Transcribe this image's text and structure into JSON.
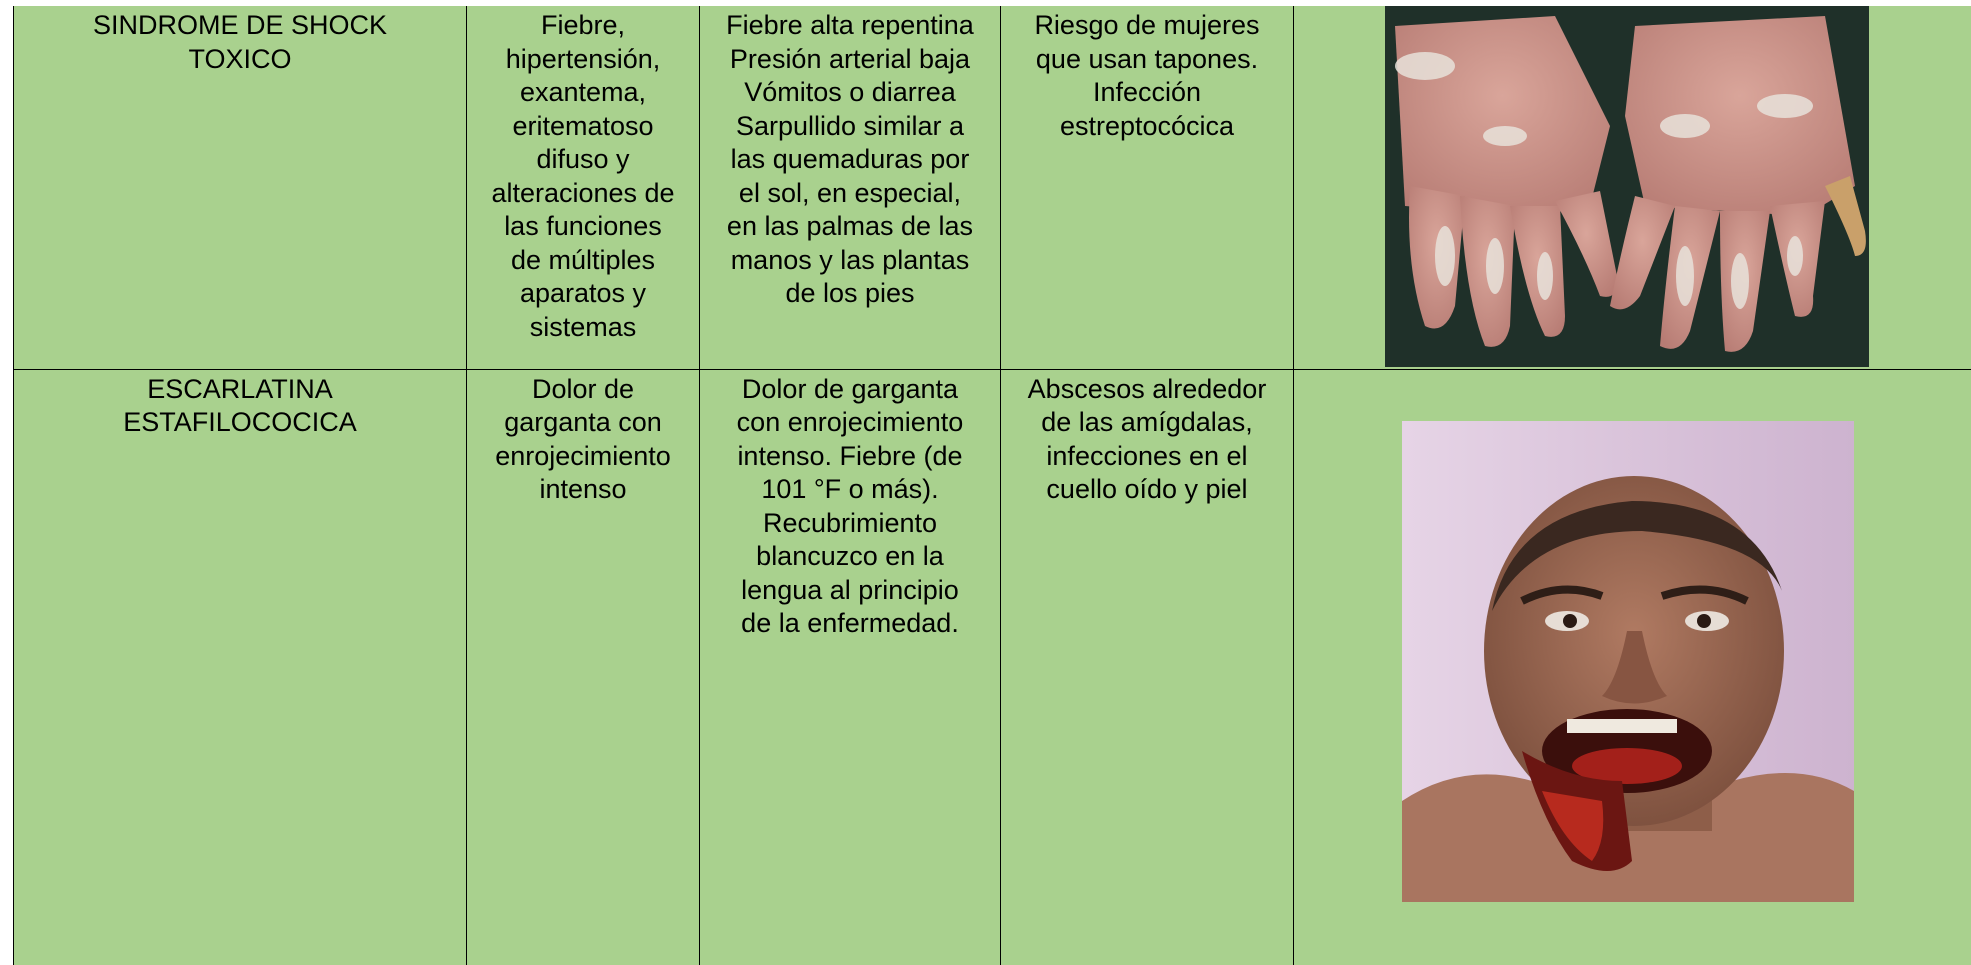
{
  "rows": [
    {
      "name": "SINDROME DE SHOCK\nTOXICO",
      "col2": "Fiebre,\nhipertensión,\nexantema,\neritematoso\ndifuso y\nalteraciones de\nlas funciones\nde múltiples\naparatos y\nsistemas",
      "col3": "Fiebre alta repentina\nPresión arterial baja\nVómitos o diarrea\nSarpullido similar a\nlas quemaduras por\nel sol, en especial,\nen las palmas de las\nmanos y las plantas\nde los pies",
      "col4": "Riesgo de mujeres\nque usan tapones.\nInfección\nestreptocócica",
      "photo_description_icon": "hands-peeling-skin-photo"
    },
    {
      "name": "ESCARLATINA\nESTAFILOCOCICA",
      "col2": "Dolor de\ngarganta con\nenrojecimiento\nintenso",
      "col3": "Dolor de garganta\ncon enrojecimiento\nintenso. Fiebre (de\n101 °F o más).\nRecubrimiento\nblancuzco en la\nlengua al principio\nde la enfermedad.",
      "col4": "Abscesos alrededor\nde las amígdalas,\ninfecciones en el\ncuello oído y piel",
      "photo_description_icon": "patient-face-photo"
    }
  ],
  "colors": {
    "cell_background": "#a9d18e",
    "border": "#000000",
    "text": "#000000"
  }
}
